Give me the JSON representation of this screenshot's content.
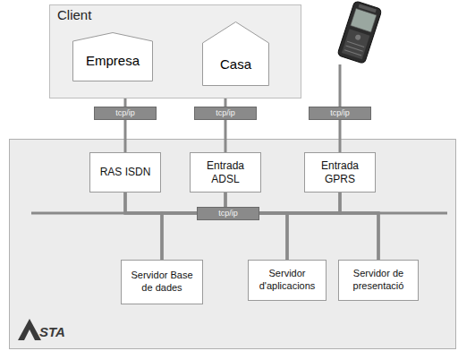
{
  "diagram": {
    "nodes": [
      {
        "text": [
          "Client"
        ]
      },
      {
        "text": [
          "Empresa"
        ],
        "in": 0
      },
      {
        "text": [
          "Casa"
        ],
        "in": 0
      },
      {
        "text": [
          "RAS ISDN"
        ]
      },
      {
        "text": [
          "Entrada ADSL"
        ]
      },
      {
        "text": [
          "Entrada GPRS"
        ]
      },
      {
        "text": [
          "Servidor Base de dades"
        ]
      },
      {
        "text": [
          "Servidor d'aplicacions"
        ]
      },
      {
        "text": [
          "Servidor de presentació"
        ]
      }
    ],
    "edges": [
      {
        "from": 1,
        "to": 3,
        "label": "tcp/ip",
        "arrow": "none"
      },
      {
        "from": 2,
        "to": 4,
        "label": "tcp/ip",
        "arrow": "none"
      },
      {
        "from": 3,
        "to": 6,
        "arrow": "none"
      },
      {
        "from": 3,
        "to": 7,
        "arrow": "none"
      },
      {
        "from": 3,
        "to": 8,
        "arrow": "none"
      },
      {
        "from": 4,
        "to": 6,
        "arrow": "none"
      },
      {
        "from": 4,
        "to": 7,
        "arrow": "none"
      },
      {
        "from": 4,
        "to": 8,
        "arrow": "none"
      },
      {
        "from": 5,
        "to": 6,
        "arrow": "none"
      },
      {
        "from": 5,
        "to": 7,
        "arrow": "none"
      },
      {
        "from": 5,
        "to": 8,
        "arrow": "none"
      }
    ],
    "labels": [
      "tcp/ip",
      "tcp/ip",
      "STA"
    ]
  }
}
